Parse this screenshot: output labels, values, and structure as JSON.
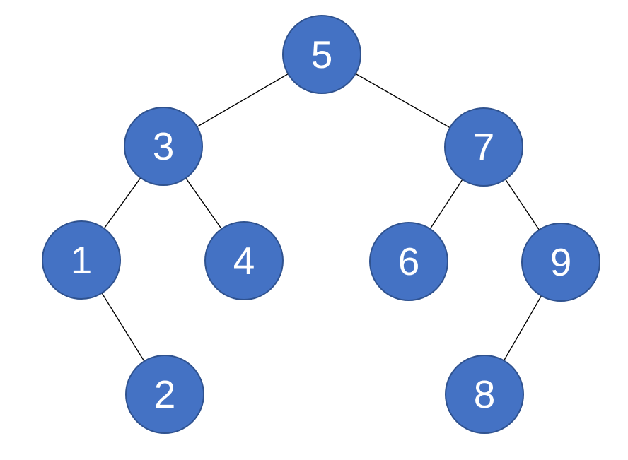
{
  "diagram": {
    "type": "binary-search-tree",
    "background_color": "#ffffff",
    "node_style": {
      "fill_color": "#4472C4",
      "border_color": "#2F528F",
      "text_color": "#ffffff"
    },
    "edge_color": "#000000",
    "nodes": [
      {
        "id": "5",
        "label": "5"
      },
      {
        "id": "3",
        "label": "3"
      },
      {
        "id": "7",
        "label": "7"
      },
      {
        "id": "1",
        "label": "1"
      },
      {
        "id": "4",
        "label": "4"
      },
      {
        "id": "6",
        "label": "6"
      },
      {
        "id": "9",
        "label": "9"
      },
      {
        "id": "2",
        "label": "2"
      },
      {
        "id": "8",
        "label": "8"
      }
    ],
    "edges": [
      {
        "from": "5",
        "to": "3"
      },
      {
        "from": "5",
        "to": "7"
      },
      {
        "from": "3",
        "to": "1"
      },
      {
        "from": "3",
        "to": "4"
      },
      {
        "from": "7",
        "to": "6"
      },
      {
        "from": "7",
        "to": "9"
      },
      {
        "from": "1",
        "to": "2"
      },
      {
        "from": "9",
        "to": "8"
      }
    ],
    "tree": {
      "value": "5",
      "left": {
        "value": "3",
        "left": {
          "value": "1",
          "right": {
            "value": "2"
          }
        },
        "right": {
          "value": "4"
        }
      },
      "right": {
        "value": "7",
        "left": {
          "value": "6"
        },
        "right": {
          "value": "9",
          "left": {
            "value": "8"
          }
        }
      }
    }
  }
}
